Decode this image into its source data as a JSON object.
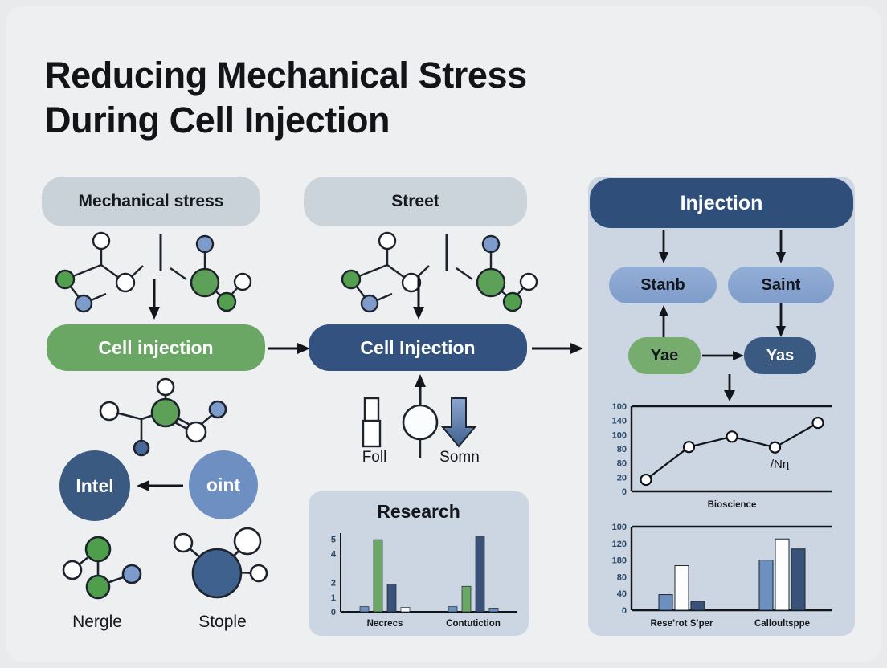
{
  "title": {
    "line1": "Reducing Mechanical Stress",
    "line2": "During Cell Injection"
  },
  "columns": {
    "left": {
      "header": "Mechanical stress",
      "main_node": "Cell injection",
      "circle_left": "Intel",
      "circle_right": "oint",
      "molecule_left": "Nergle",
      "molecule_right": "Stople"
    },
    "middle": {
      "header": "Street",
      "main_node": "Cell Injection",
      "icon_left_label": "Foll",
      "icon_right_label": "Somn",
      "chart_title": "Research"
    },
    "right": {
      "header": "Injection",
      "node_top_left": "Stanb",
      "node_top_right": "Saint",
      "node_bottom_left": "Yae",
      "node_bottom_right": "Yas"
    }
  },
  "colors": {
    "green": "#6aa765",
    "navy": "#33527f",
    "header_navy": "#2f4e7a",
    "light_blue": "#8aa6d2",
    "panel_bg": "#ccd6e2",
    "page_bg": "#eeeff1",
    "pill_grey": "#c9d1d9",
    "atom_blue": "#7d9ccc",
    "atom_green": "#52a04e",
    "atom_white": "#ffffff",
    "bar_mid_blue": "#6e90bf",
    "bar_dark_navy": "#39527a",
    "bar_green": "#6aa765",
    "bar_white": "#fdfdfd"
  },
  "chart_data": [
    {
      "id": "research-bar-chart",
      "type": "bar",
      "title": "Research",
      "xlabel": "",
      "ylabel": "",
      "ylim": [
        0,
        5.4
      ],
      "yticks": [
        "5",
        "4",
        "2",
        "1",
        "0"
      ],
      "ytick_values": [
        5,
        4,
        2,
        1,
        0
      ],
      "grid": false,
      "categories": [
        "Necrecs",
        "Contutiction"
      ],
      "groups": [
        {
          "category": "Necrecs",
          "bars": [
            {
              "color": "#6e90bf",
              "value": 0.35
            },
            {
              "color": "#6aa765",
              "value": 4.95
            },
            {
              "color": "#39527a",
              "value": 1.9
            },
            {
              "color": "#fdfdfd",
              "value": 0.3
            }
          ]
        },
        {
          "category": "Contutiction",
          "bars": [
            {
              "color": "#6e90bf",
              "value": 0.35
            },
            {
              "color": "#6aa765",
              "value": 1.75
            },
            {
              "color": "#39527a",
              "value": 5.15
            },
            {
              "color": "#6e90bf",
              "value": 0.25
            }
          ]
        }
      ]
    },
    {
      "id": "bioscience-line-chart",
      "type": "line",
      "title": "",
      "xlabel": "Bioscience",
      "ylabel": "",
      "annotation": "/Nɳ",
      "yticks": [
        "100",
        "140",
        "100",
        "80",
        "80",
        "20",
        "0"
      ],
      "ytick_values": [
        100,
        140,
        100,
        80,
        80,
        20,
        0
      ],
      "ylim": [
        0,
        160
      ],
      "grid": false,
      "x": [
        1,
        2,
        3,
        4,
        5
      ],
      "values": [
        12,
        88,
        112,
        87,
        144
      ],
      "marker": "open-circle"
    },
    {
      "id": "lower-bar-chart",
      "type": "bar",
      "title": "",
      "xlabel": "",
      "ylabel": "",
      "yticks": [
        "100",
        "120",
        "180",
        "80",
        "40",
        "0"
      ],
      "ytick_values": [
        100,
        120,
        180,
        80,
        40,
        0
      ],
      "ylim": [
        0,
        150
      ],
      "grid": false,
      "categories": [
        "Reseʼrot Sʼper",
        "Calloultsppe"
      ],
      "groups": [
        {
          "category": "Reseʼrot Sʼper",
          "bars": [
            {
              "color": "#6e90bf",
              "value": 28
            },
            {
              "color": "#fdfdfd",
              "value": 80
            },
            {
              "color": "#39527a",
              "value": 16
            }
          ]
        },
        {
          "category": "Calloultsppe",
          "bars": [
            {
              "color": "#6e90bf",
              "value": 90
            },
            {
              "color": "#fdfdfd",
              "value": 128
            },
            {
              "color": "#39527a",
              "value": 110
            }
          ]
        }
      ]
    }
  ]
}
